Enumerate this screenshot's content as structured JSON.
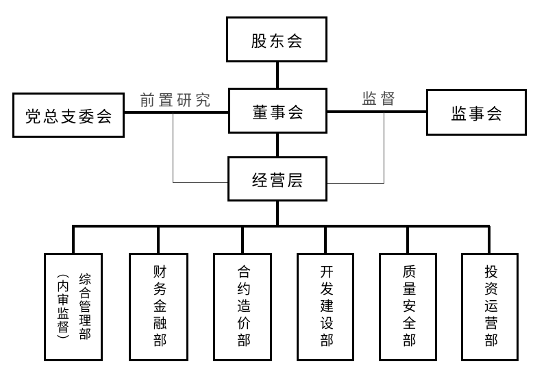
{
  "diagram": {
    "type": "org-chart",
    "nodes": {
      "shareholders": {
        "label": "股东会"
      },
      "board": {
        "label": "董事会"
      },
      "party_committee": {
        "label": "党总支委会"
      },
      "supervisory_board": {
        "label": "监事会"
      },
      "management": {
        "label": "经营层"
      }
    },
    "edge_labels": {
      "pre_research": "前置研究",
      "supervision": "监督"
    },
    "departments": [
      {
        "label": "综合管理部",
        "sublabel": "（内审监督）"
      },
      {
        "label": "财务金融部",
        "sublabel": ""
      },
      {
        "label": "合约造价部",
        "sublabel": ""
      },
      {
        "label": "开发建设部",
        "sublabel": ""
      },
      {
        "label": "质量安全部",
        "sublabel": ""
      },
      {
        "label": "投资运营部",
        "sublabel": ""
      }
    ],
    "colors": {
      "background": "#ffffff",
      "box_border": "#000000",
      "text": "#000000",
      "connector": "#000000",
      "thin_connector": "#3c3c3c",
      "edge_label_text": "#4d4d4d"
    }
  }
}
